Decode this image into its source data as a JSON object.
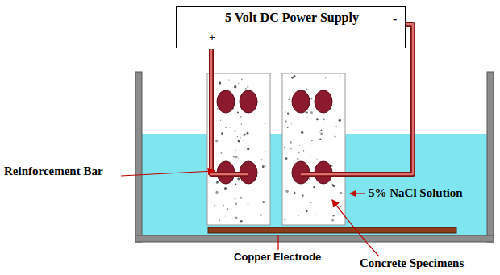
{
  "diagram": {
    "nodes": [
      {
        "text": [
          "5 Volt DC Power Supply",
          "+",
          "-"
        ]
      }
    ],
    "labels": [
      "Reinforcement Bar",
      "5% NaCl Solution",
      "Copper Electrode",
      "Concrete Specimens"
    ]
  }
}
